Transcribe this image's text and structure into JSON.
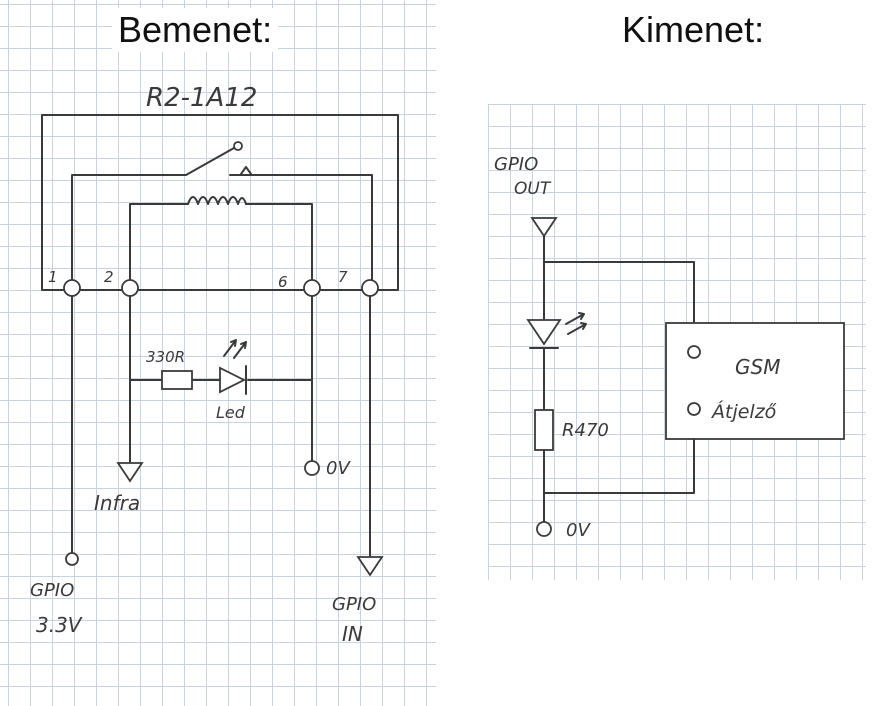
{
  "headings": {
    "input": "Bemenet:",
    "output": "Kimenet:"
  },
  "input_circuit": {
    "relay_label": "R2-1A12",
    "pins": [
      "1",
      "2",
      "6",
      "7"
    ],
    "resistor_label": "330R",
    "led_label": "Led",
    "ground_label": "0V",
    "infra_label": "Infra",
    "gpio_33_line1": "GPIO",
    "gpio_33_line2": "3.3V",
    "gpio_in_line1": "GPIO",
    "gpio_in_line2": "IN"
  },
  "output_circuit": {
    "gpio_line1": "GPIO",
    "gpio_line2": "OUT",
    "resistor_label": "R470",
    "ground_label": "0V",
    "gsm_line1": "GSM",
    "gsm_line2": "Átjelző"
  }
}
